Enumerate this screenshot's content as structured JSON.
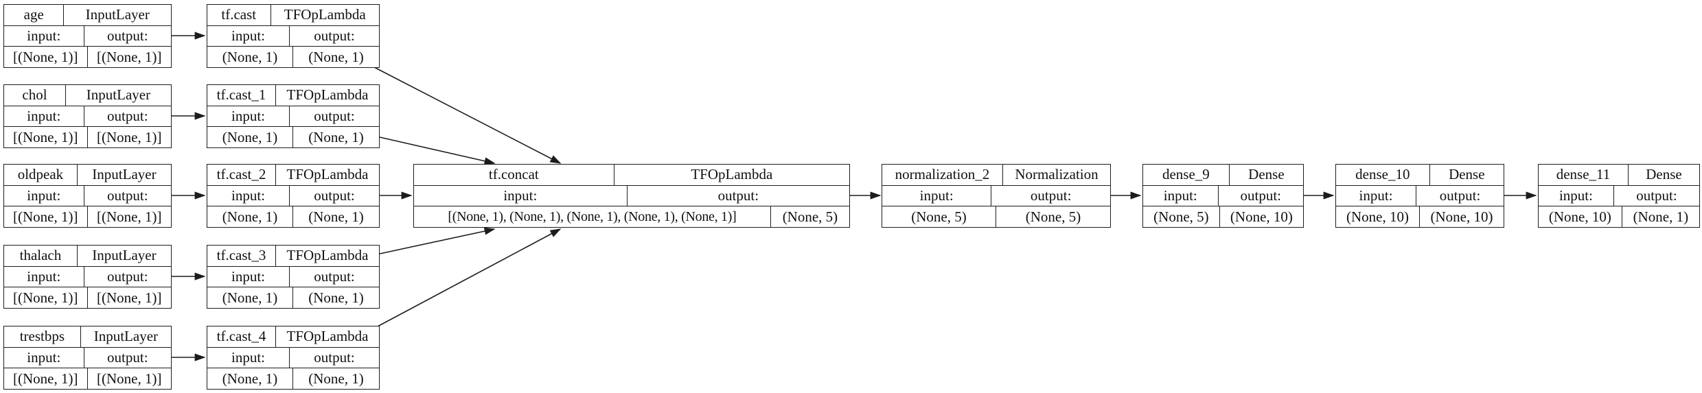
{
  "diagram": {
    "kind": "keras-model-plot",
    "labels": {
      "input": "input:",
      "output": "output:"
    },
    "nodes": [
      {
        "name": "age",
        "type": "InputLayer",
        "input_shape": "[(None, 1)]",
        "output_shape": "[(None, 1)]"
      },
      {
        "name": "chol",
        "type": "InputLayer",
        "input_shape": "[(None, 1)]",
        "output_shape": "[(None, 1)]"
      },
      {
        "name": "oldpeak",
        "type": "InputLayer",
        "input_shape": "[(None, 1)]",
        "output_shape": "[(None, 1)]"
      },
      {
        "name": "thalach",
        "type": "InputLayer",
        "input_shape": "[(None, 1)]",
        "output_shape": "[(None, 1)]"
      },
      {
        "name": "trestbps",
        "type": "InputLayer",
        "input_shape": "[(None, 1)]",
        "output_shape": "[(None, 1)]"
      },
      {
        "name": "tf.cast",
        "type": "TFOpLambda",
        "input_shape": "(None, 1)",
        "output_shape": "(None, 1)"
      },
      {
        "name": "tf.cast_1",
        "type": "TFOpLambda",
        "input_shape": "(None, 1)",
        "output_shape": "(None, 1)"
      },
      {
        "name": "tf.cast_2",
        "type": "TFOpLambda",
        "input_shape": "(None, 1)",
        "output_shape": "(None, 1)"
      },
      {
        "name": "tf.cast_3",
        "type": "TFOpLambda",
        "input_shape": "(None, 1)",
        "output_shape": "(None, 1)"
      },
      {
        "name": "tf.cast_4",
        "type": "TFOpLambda",
        "input_shape": "(None, 1)",
        "output_shape": "(None, 1)"
      },
      {
        "name": "tf.concat",
        "type": "TFOpLambda",
        "input_shape": "[(None, 1), (None, 1), (None, 1), (None, 1), (None, 1)]",
        "output_shape": "(None, 5)"
      },
      {
        "name": "normalization_2",
        "type": "Normalization",
        "input_shape": "(None, 5)",
        "output_shape": "(None, 5)"
      },
      {
        "name": "dense_9",
        "type": "Dense",
        "input_shape": "(None, 5)",
        "output_shape": "(None, 10)"
      },
      {
        "name": "dense_10",
        "type": "Dense",
        "input_shape": "(None, 10)",
        "output_shape": "(None, 10)"
      },
      {
        "name": "dense_11",
        "type": "Dense",
        "input_shape": "(None, 10)",
        "output_shape": "(None, 1)"
      }
    ],
    "edges": [
      {
        "from": "age",
        "to": "tf.cast"
      },
      {
        "from": "chol",
        "to": "tf.cast_1"
      },
      {
        "from": "oldpeak",
        "to": "tf.cast_2"
      },
      {
        "from": "thalach",
        "to": "tf.cast_3"
      },
      {
        "from": "trestbps",
        "to": "tf.cast_4"
      },
      {
        "from": "tf.cast",
        "to": "tf.concat"
      },
      {
        "from": "tf.cast_1",
        "to": "tf.concat"
      },
      {
        "from": "tf.cast_2",
        "to": "tf.concat"
      },
      {
        "from": "tf.cast_3",
        "to": "tf.concat"
      },
      {
        "from": "tf.cast_4",
        "to": "tf.concat"
      },
      {
        "from": "tf.concat",
        "to": "normalization_2"
      },
      {
        "from": "normalization_2",
        "to": "dense_9"
      },
      {
        "from": "dense_9",
        "to": "dense_10"
      },
      {
        "from": "dense_10",
        "to": "dense_11"
      }
    ],
    "colors": {
      "line": "#1c1c1c",
      "background": "#ffffff"
    }
  }
}
